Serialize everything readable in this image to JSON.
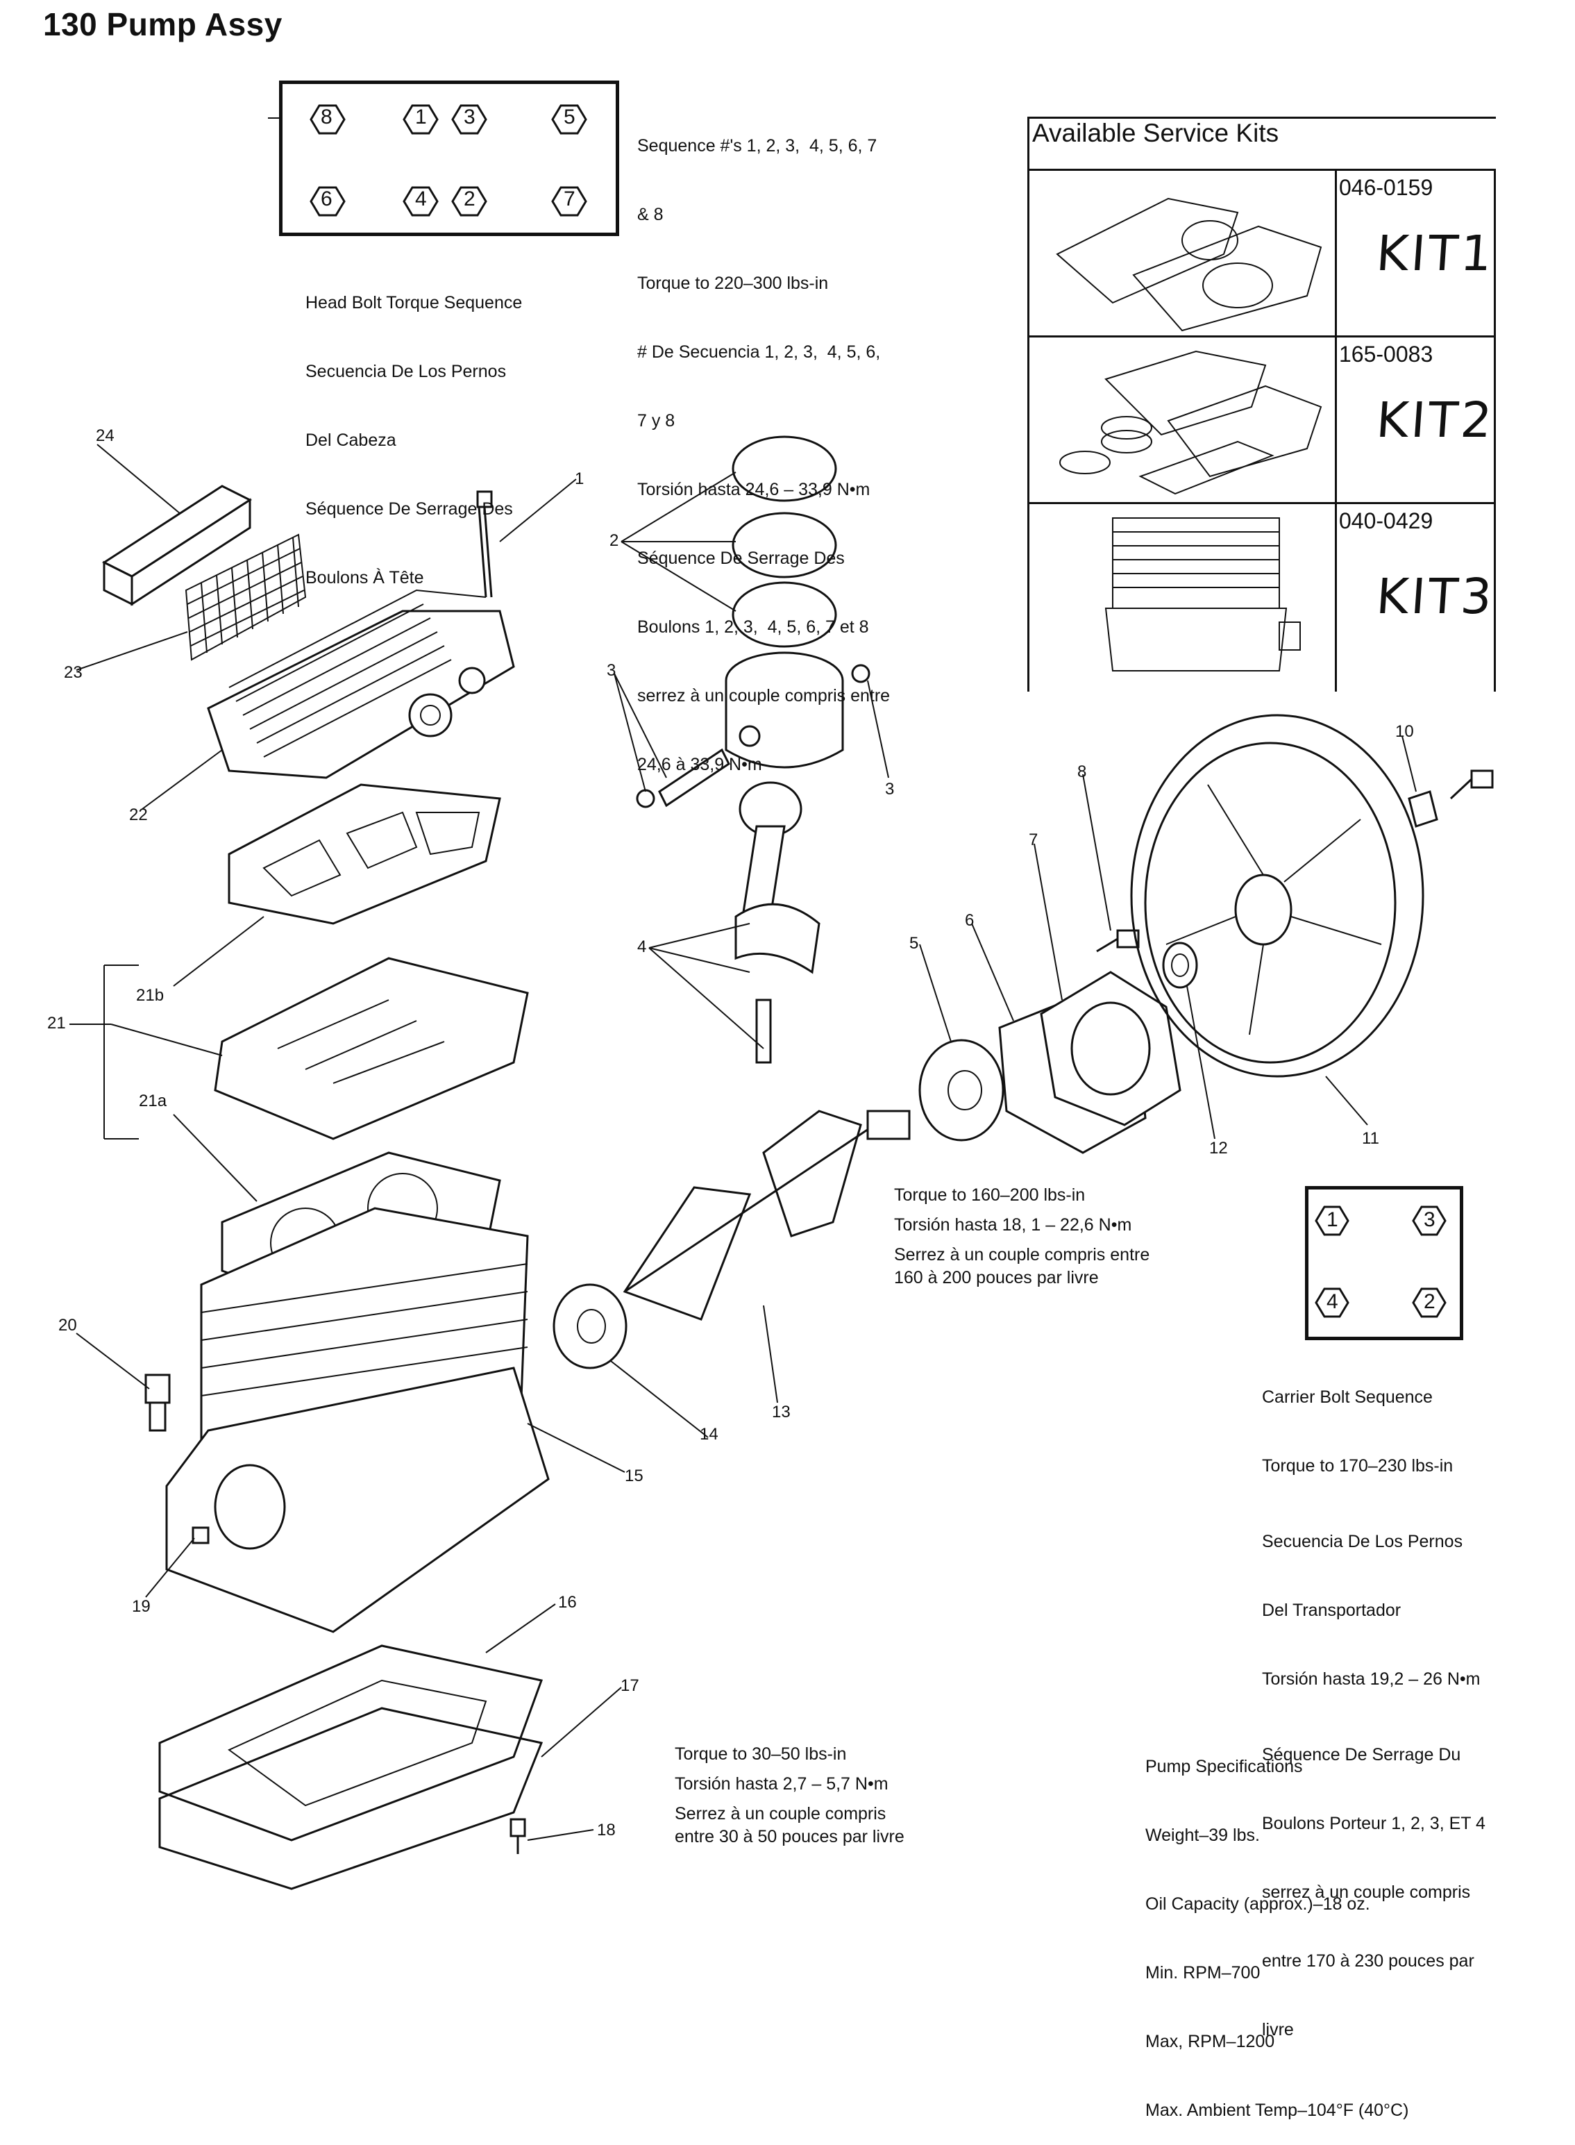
{
  "title": "130 Pump Assy",
  "head_bolt_sequence": {
    "positions": [
      "8",
      "1",
      "3",
      "5",
      "6",
      "4",
      "2",
      "7"
    ],
    "caption": [
      "Head Bolt Torque Sequence",
      "Secuencia De Los Pernos",
      "Del Cabeza",
      "Séquence De Serrage Des",
      "Boulons À Tête"
    ],
    "instructions": [
      "Sequence #'s 1, 2, 3,  4, 5, 6, 7",
      "& 8",
      "Torque to 220–300 lbs-in",
      "# De Secuencia 1, 2, 3,  4, 5, 6,",
      "7 y 8",
      "Torsión hasta 24,6 – 33,9 N•m",
      "Séquence De Serrage Des",
      "Boulons 1, 2, 3,  4, 5, 6, 7 et 8",
      "serrez à un couple compris entre",
      "24,6 à 33,9 N•m"
    ]
  },
  "service_kits": {
    "title": "Available Service Kits",
    "kits": [
      {
        "part_number": "046-0159",
        "name": "KIT1"
      },
      {
        "part_number": "165-0083",
        "name": "KIT2"
      },
      {
        "part_number": "040-0429",
        "name": "KIT3"
      }
    ]
  },
  "crank_torque": [
    "Torque to 160–200 lbs-in",
    "Torsión hasta 18, 1 – 22,6 N•m",
    "Serrez à un couple compris entre",
    "160 à 200 pouces par livre"
  ],
  "carrier_bolt": {
    "positions": [
      "1",
      "3",
      "4",
      "2"
    ],
    "notes": [
      "Carrier Bolt Sequence",
      "Torque to 170–230 lbs-in",
      "Secuencia De Los Pernos",
      "Del Transportador",
      "Torsión hasta 19,2 – 26 N•m",
      "Séquence De Serrage Du",
      "Boulons Porteur 1, 2, 3, ET 4",
      "serrez à un couple compris",
      "entre 170 à 230 pouces par",
      "livre"
    ]
  },
  "base_torque": [
    "Torque to 30–50 lbs-in",
    "Torsión hasta 2,7 – 5,7 N•m",
    "Serrez à un couple compris",
    "entre 30 à 50 pouces par livre"
  ],
  "pump_specs": [
    "Pump Specifications",
    "Weight–39 lbs.",
    "Oil Capacity (approx.)–18 oz.",
    "Min. RPM–700",
    "Max, RPM–1200",
    "Max. Ambient Temp–104°F (40°C)"
  ],
  "callouts": [
    "1",
    "2",
    "3",
    "3",
    "4",
    "5",
    "6",
    "7",
    "8",
    "10",
    "11",
    "12",
    "13",
    "14",
    "15",
    "16",
    "17",
    "18",
    "19",
    "20",
    "21",
    "21a",
    "21b",
    "22",
    "23",
    "24"
  ]
}
